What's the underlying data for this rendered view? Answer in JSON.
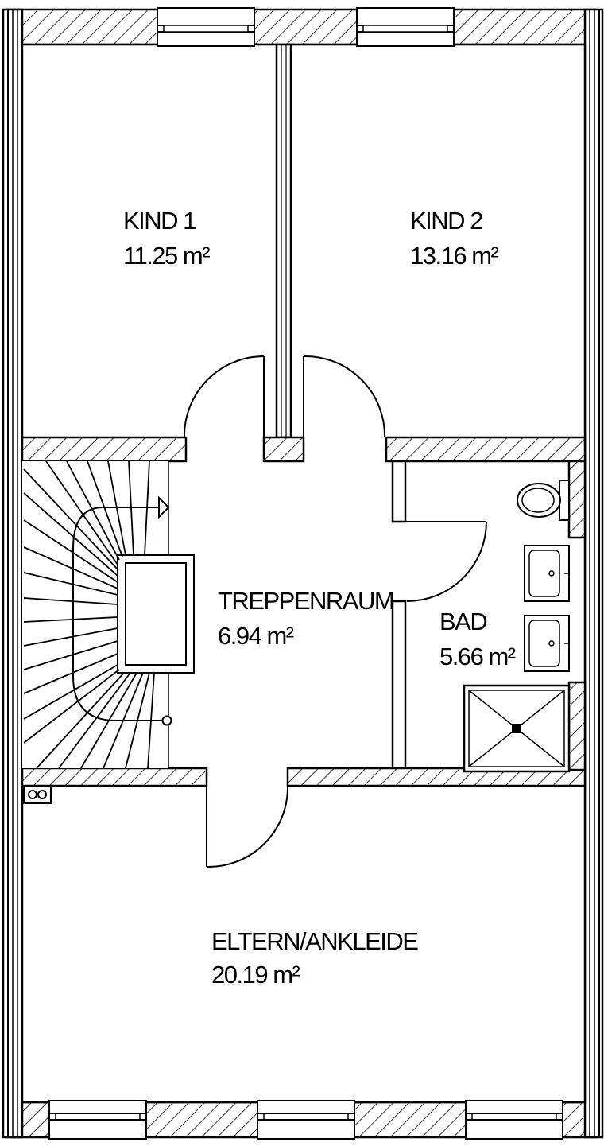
{
  "rooms": [
    {
      "id": "kind1",
      "name": "KIND 1",
      "area": "11.25 m²"
    },
    {
      "id": "kind2",
      "name": "KIND 2",
      "area": "13.16 m²"
    },
    {
      "id": "treppenraum",
      "name": "TREPPENRAUM",
      "area": "6.94 m²"
    },
    {
      "id": "bad",
      "name": "BAD",
      "area": "5.66 m²"
    },
    {
      "id": "eltern",
      "name": "ELTERN/ANKLEIDE",
      "area": "20.19 m²"
    }
  ],
  "colors": {
    "line": "#000000",
    "background": "#ffffff"
  }
}
